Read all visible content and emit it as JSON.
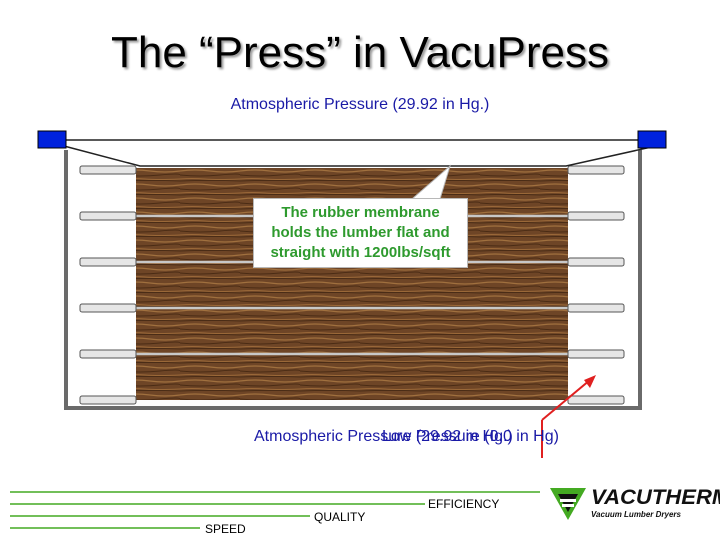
{
  "slide": {
    "title": "The “Press” in VacuPress",
    "top_pressure_label": "Atmospheric Pressure (29.92 in Hg.)",
    "callout_lines": [
      "The rubber membrane",
      "holds the lumber flat and",
      "straight with 1200lbs/sqft"
    ],
    "bottom_label_primary": "Atmospheric Pressure (29.92 in Hg.)",
    "bottom_label_overlap": "Low Pressure (0.0 in Hg)"
  },
  "footer": {
    "labels": {
      "efficiency": "EFFICIENCY",
      "quality": "QUALITY",
      "speed": "SPEED"
    },
    "logo_word": "VACUTHERM",
    "logo_subtitle": "Vacuum Lumber Dryers"
  },
  "colors": {
    "label_blue": "#1a1aa6",
    "callout_green": "#2e9a2e",
    "clamp_blue": "#0022dd",
    "wood": "#6b4424",
    "arrow_red": "#e02020",
    "footer_green": "#44aa22"
  }
}
